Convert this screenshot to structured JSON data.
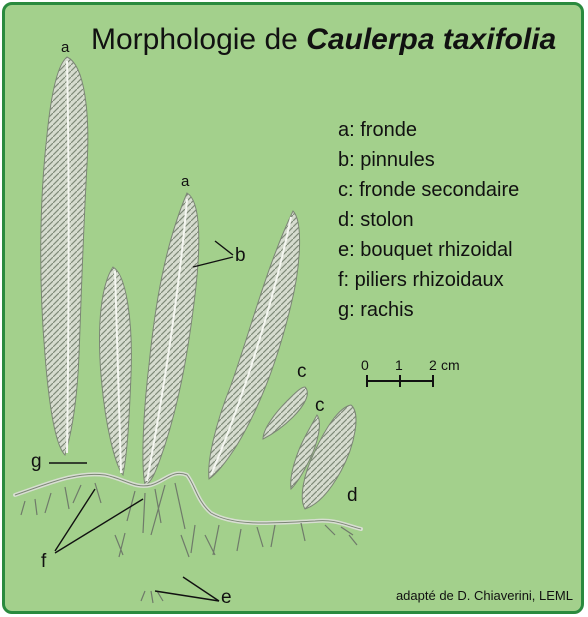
{
  "title": {
    "prefix": "Morphologie de ",
    "species": "Caulerpa taxifolia"
  },
  "legend": [
    "a: fronde",
    "b: pinnules",
    "c: fronde secondaire",
    "d: stolon",
    "e: bouquet rhizoidal",
    "f:  piliers rhizoidaux",
    "g: rachis"
  ],
  "labels": {
    "a": "a",
    "b": "b",
    "c": "c",
    "d": "d",
    "e": "e",
    "f": "f",
    "g": "g"
  },
  "scale": {
    "t0": "0",
    "t1": "1",
    "t2": "2",
    "unit": "cm"
  },
  "credit": "adapté de D. Chiaverini, LEML",
  "colors": {
    "background": "#a3d08c",
    "border": "#2a8a3e",
    "plant": "#d8ded2",
    "plant_dark": "#8a9484"
  }
}
